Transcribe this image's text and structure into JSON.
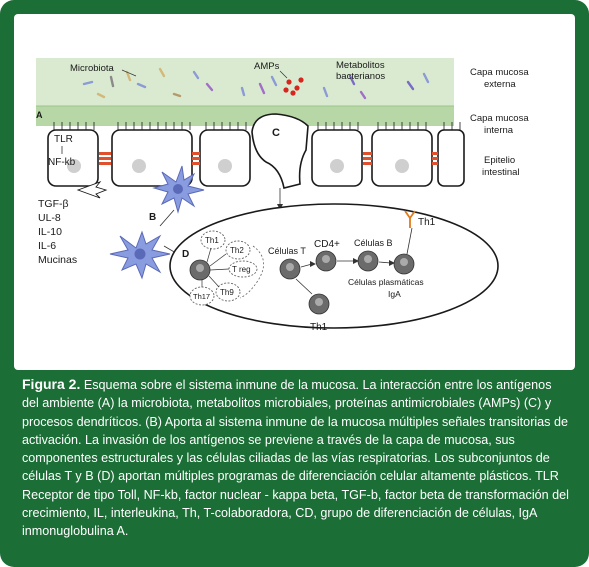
{
  "figure": {
    "labels": {
      "microbiota": "Microbiota",
      "amps": "AMPs",
      "metabolitos": "Metabolitos",
      "bacterianos": "bacterianos",
      "capa_externa_1": "Capa mucosa",
      "capa_externa_2": "externa",
      "capa_interna_1": "Capa mucosa",
      "capa_interna_2": "interna",
      "epitelio_1": "Epitelio",
      "epitelio_2": "intestinal",
      "marker_a": "A",
      "marker_b": "B",
      "marker_c": "C",
      "marker_d": "D",
      "tlr": "TLR",
      "nfkb": "NF-kb",
      "tgfb": "TGF-β",
      "ul8": "UL-8",
      "il10": "IL-10",
      "il6": "IL-6",
      "mucinas": "Mucinas",
      "th1": "Th1",
      "th2": "Th2",
      "treg": "T reg",
      "th9": "Th9",
      "th17": "Th17",
      "celulas_t": "Células T",
      "cd4": "CD4+",
      "celulas_b": "Células B",
      "celulas_plasmaticas": "Células plasmáticas",
      "iga": "IgA",
      "th1_bottom": "Th1",
      "th1_top": "Th1"
    }
  },
  "caption": {
    "label": "Figura 2.",
    "text": " Esquema sobre el sistema inmune de la mucosa. La interacción entre los antígenos del ambiente (A) la microbiota, metabolitos microbiales, proteínas antimicrobiales (AMPs) (C) y procesos dendríticos. (B) Aporta al sistema inmune de la mucosa múltiples señales transitorias de activación. La invasión de los antígenos se previene a través de la capa de mucosa, sus componentes estructurales y las células ciliadas de las vías respiratorias. Los subconjuntos de células T y B (D) aportan múltiples programas de diferenciación celular altamente plásticos. TLR Receptor de tipo Toll, NF-kb, factor nuclear - kappa beta, TGF-b, factor beta de transformación del crecimiento, IL, interleukina, Th, T-colaboradora, CD, grupo de diferenciación de células, IgA inmonuglobulina A."
  }
}
